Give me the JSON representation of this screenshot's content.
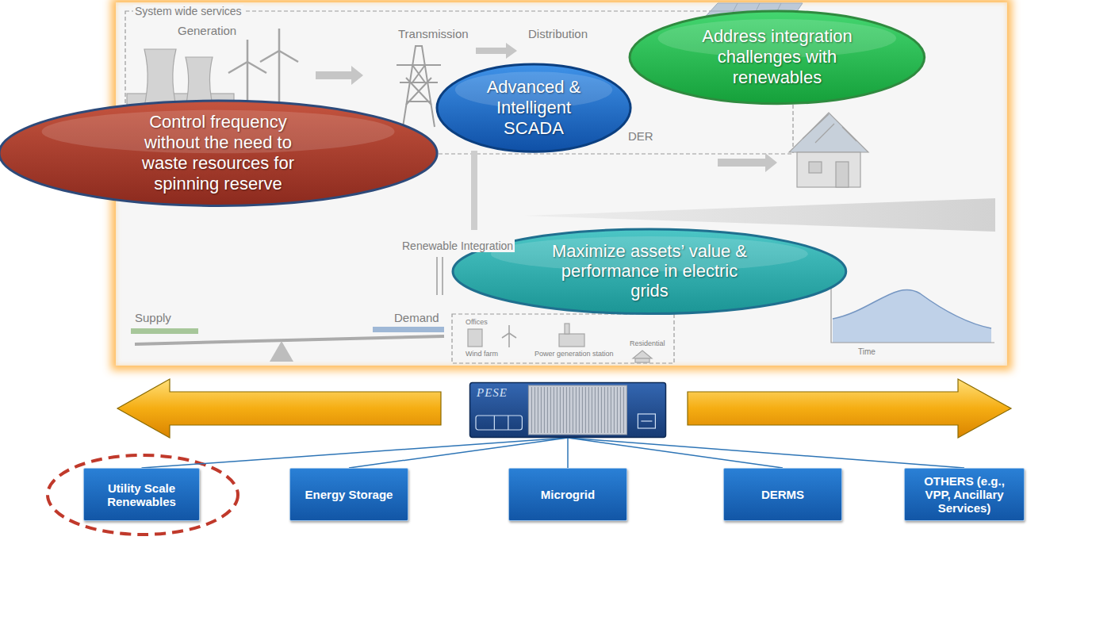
{
  "diagram": {
    "nodes": [
      {
        "text": [
          "Address integration challenges with renewables"
        ]
      },
      {
        "text": [
          "Advanced & Intelligent SCADA"
        ]
      },
      {
        "text": [
          "Control frequency without the need to waste resources for spinning reserve"
        ]
      },
      {
        "text": [
          "Maximize assets’ value & performance in electric grids"
        ]
      },
      {
        "text": [
          "PESE"
        ]
      },
      {
        "text": [
          "Utility Scale Renewables"
        ]
      },
      {
        "text": [
          "Energy Storage"
        ]
      },
      {
        "text": [
          "Microgrid"
        ]
      },
      {
        "text": [
          "DERMS"
        ]
      },
      {
        "text": [
          "OTHERS (e.g., VPP, Ancillary Services)"
        ]
      }
    ],
    "edges": [
      {
        "from": 4,
        "to": 5,
        "arrow": "none"
      },
      {
        "from": 4,
        "to": 6,
        "arrow": "none"
      },
      {
        "from": 4,
        "to": 7,
        "arrow": "none"
      },
      {
        "from": 4,
        "to": 8,
        "arrow": "none"
      },
      {
        "from": 4,
        "to": 9,
        "arrow": "none"
      }
    ],
    "labels": [
      "System wide services",
      "Generation",
      "Transmission",
      "Distribution",
      "DER",
      "Renewable Integration",
      "Supply",
      "Demand",
      "Offices",
      "Wind farm",
      "Power generation station",
      "Residential",
      "Time"
    ]
  }
}
